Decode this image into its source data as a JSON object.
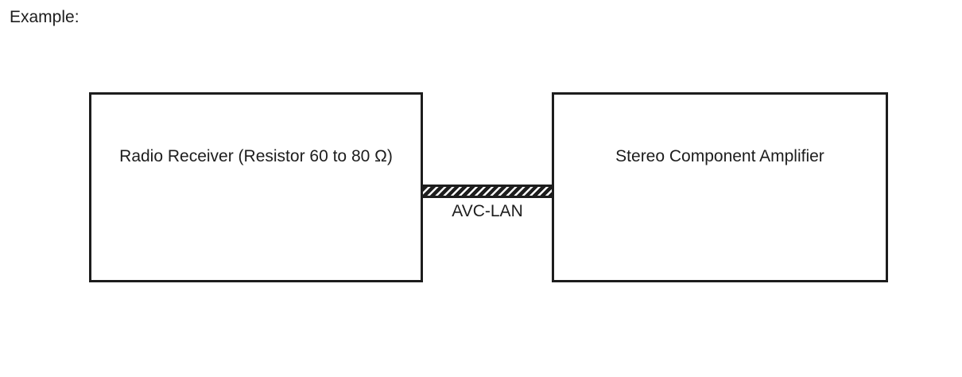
{
  "colors": {
    "line": "#1d1d1d",
    "bg": "#ffffff"
  },
  "header": {
    "label": "Example:"
  },
  "diagram": {
    "boxes": [
      {
        "id": "radio-receiver",
        "label": "Radio Receiver (Resistor 60 to 80 Ω)"
      },
      {
        "id": "stereo-component-amplifier",
        "label": "Stereo Component Amplifier"
      }
    ],
    "connector": {
      "label": "AVC-LAN",
      "style": "hatched-band"
    }
  }
}
